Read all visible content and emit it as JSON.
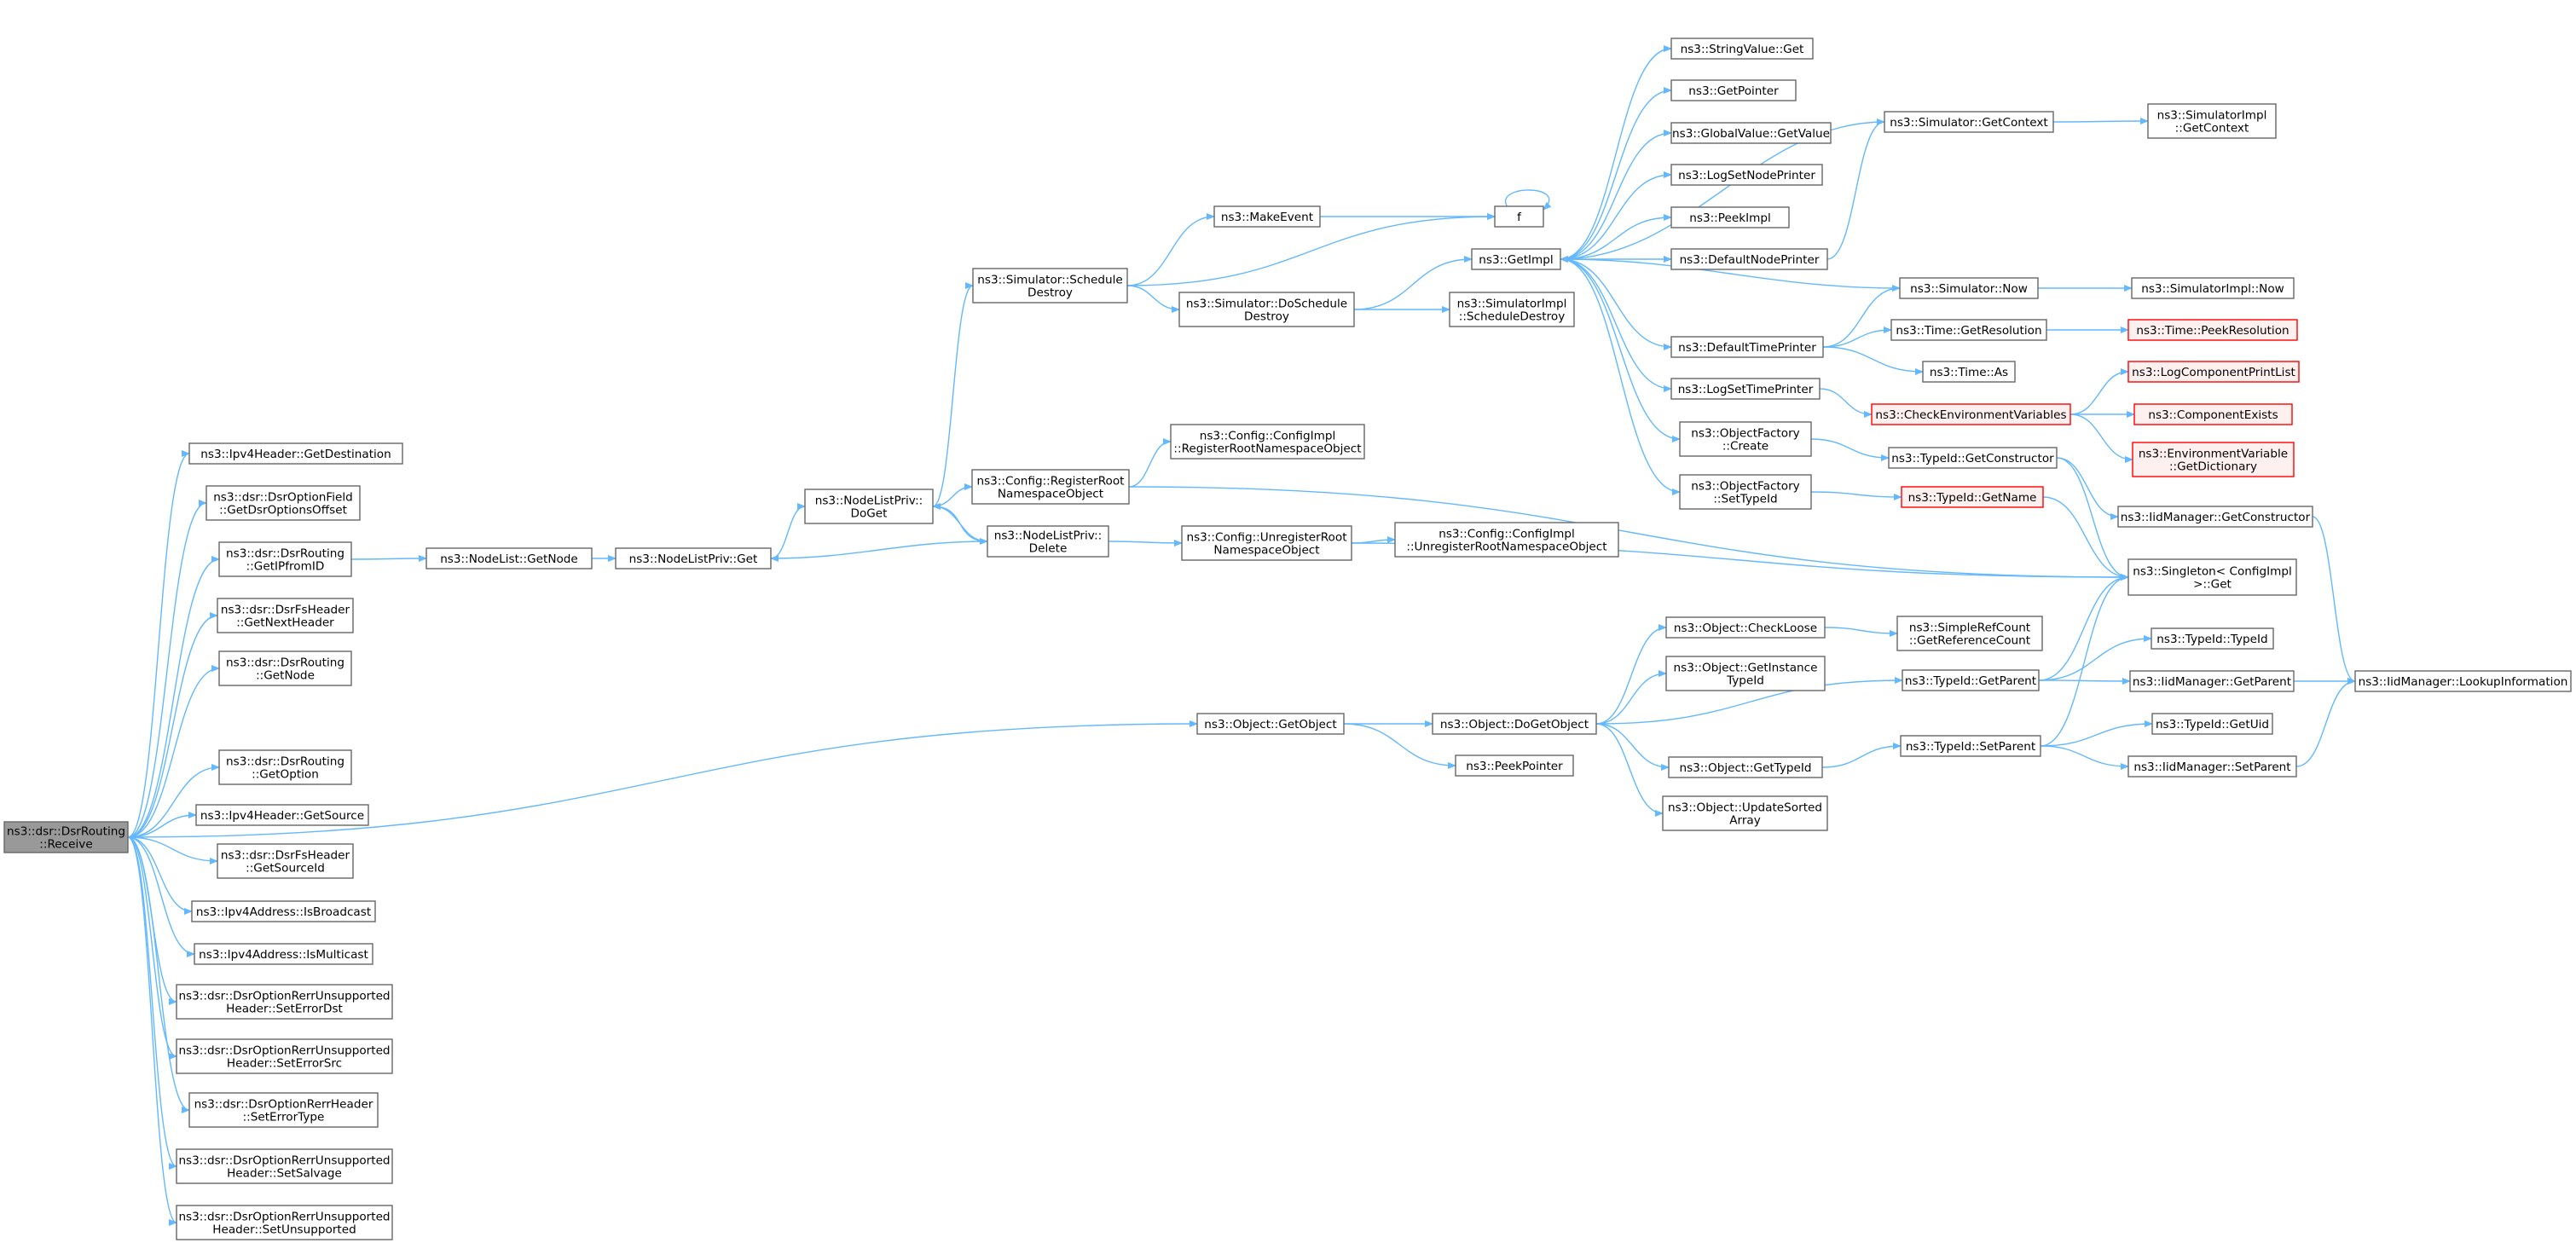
{
  "graph": {
    "colors": {
      "edge": "#63b8ff",
      "node_border": "#666666",
      "node_fill": "#ffffff",
      "root_fill": "#999999",
      "root_border": "#666666",
      "truncated_border": "#ff0000",
      "truncated_fill": "#fff0f0"
    },
    "nodes": [
      {
        "id": "receive",
        "lines": [
          "ns3::dsr::DsrRouting",
          "::Receive"
        ],
        "style": "root"
      },
      {
        "id": "ipv4_getdest",
        "lines": [
          "ns3::Ipv4Header::GetDestination"
        ]
      },
      {
        "id": "getdsroptoffset",
        "lines": [
          "ns3::dsr::DsrOptionField",
          "::GetDsrOptionsOffset"
        ]
      },
      {
        "id": "getipfromid",
        "lines": [
          "ns3::dsr::DsrRouting",
          "::GetIPfromID"
        ]
      },
      {
        "id": "getnextheader",
        "lines": [
          "ns3::dsr::DsrFsHeader",
          "::GetNextHeader"
        ]
      },
      {
        "id": "dsr_getnode",
        "lines": [
          "ns3::dsr::DsrRouting",
          "::GetNode"
        ]
      },
      {
        "id": "getoption",
        "lines": [
          "ns3::dsr::DsrRouting",
          "::GetOption"
        ]
      },
      {
        "id": "ipv4_getsource",
        "lines": [
          "ns3::Ipv4Header::GetSource"
        ]
      },
      {
        "id": "getsourceid",
        "lines": [
          "ns3::dsr::DsrFsHeader",
          "::GetSourceId"
        ]
      },
      {
        "id": "isbroadcast",
        "lines": [
          "ns3::Ipv4Address::IsBroadcast"
        ]
      },
      {
        "id": "ismulticast",
        "lines": [
          "ns3::Ipv4Address::IsMulticast"
        ]
      },
      {
        "id": "seterrordst",
        "lines": [
          "ns3::dsr::DsrOptionRerrUnsupported",
          "Header::SetErrorDst"
        ]
      },
      {
        "id": "seterrorsrc",
        "lines": [
          "ns3::dsr::DsrOptionRerrUnsupported",
          "Header::SetErrorSrc"
        ]
      },
      {
        "id": "seterrortype",
        "lines": [
          "ns3::dsr::DsrOptionRerrHeader",
          "::SetErrorType"
        ]
      },
      {
        "id": "setsalvage",
        "lines": [
          "ns3::dsr::DsrOptionRerrUnsupported",
          "Header::SetSalvage"
        ]
      },
      {
        "id": "setunsupported",
        "lines": [
          "ns3::dsr::DsrOptionRerrUnsupported",
          "Header::SetUnsupported"
        ]
      },
      {
        "id": "nodelist_getnode",
        "lines": [
          "ns3::NodeList::GetNode"
        ]
      },
      {
        "id": "nlp_get",
        "lines": [
          "ns3::NodeListPriv::Get"
        ]
      },
      {
        "id": "nlp_doget",
        "lines": [
          "ns3::NodeListPriv::",
          "DoGet"
        ]
      },
      {
        "id": "sched_destroy",
        "lines": [
          "ns3::Simulator::Schedule",
          "Destroy"
        ]
      },
      {
        "id": "makeevent",
        "lines": [
          "ns3::MakeEvent"
        ]
      },
      {
        "id": "f",
        "lines": [
          "f"
        ]
      },
      {
        "id": "do_sched_destroy",
        "lines": [
          "ns3::Simulator::DoSchedule",
          "Destroy"
        ]
      },
      {
        "id": "getimpl",
        "lines": [
          "ns3::GetImpl"
        ]
      },
      {
        "id": "simimpl_scheddestroy",
        "lines": [
          "ns3::SimulatorImpl",
          "::ScheduleDestroy"
        ]
      },
      {
        "id": "reg_root_ns",
        "lines": [
          "ns3::Config::RegisterRoot",
          "NamespaceObject"
        ]
      },
      {
        "id": "cfgimpl_reg",
        "lines": [
          "ns3::Config::ConfigImpl",
          "::RegisterRootNamespaceObject"
        ]
      },
      {
        "id": "nlp_delete",
        "lines": [
          "ns3::NodeListPriv::",
          "Delete"
        ]
      },
      {
        "id": "unreg_root_ns",
        "lines": [
          "ns3::Config::UnregisterRoot",
          "NamespaceObject"
        ]
      },
      {
        "id": "cfgimpl_unreg",
        "lines": [
          "ns3::Config::ConfigImpl",
          "::UnregisterRootNamespaceObject"
        ]
      },
      {
        "id": "stringvalue_get",
        "lines": [
          "ns3::StringValue::Get"
        ]
      },
      {
        "id": "getpointer",
        "lines": [
          "ns3::GetPointer"
        ]
      },
      {
        "id": "globalvalue_getvalue",
        "lines": [
          "ns3::GlobalValue::GetValue"
        ]
      },
      {
        "id": "logsetnodeprinter",
        "lines": [
          "ns3::LogSetNodePrinter"
        ]
      },
      {
        "id": "peekimpl",
        "lines": [
          "ns3::PeekImpl"
        ]
      },
      {
        "id": "defaultnodeprinter",
        "lines": [
          "ns3::DefaultNodePrinter"
        ]
      },
      {
        "id": "defaulttimeprinter",
        "lines": [
          "ns3::DefaultTimePrinter"
        ]
      },
      {
        "id": "logsettimeprinter",
        "lines": [
          "ns3::LogSetTimePrinter"
        ]
      },
      {
        "id": "objfactory_create",
        "lines": [
          "ns3::ObjectFactory",
          "::Create"
        ]
      },
      {
        "id": "objfactory_settypeid",
        "lines": [
          "ns3::ObjectFactory",
          "::SetTypeId"
        ]
      },
      {
        "id": "sim_getcontext",
        "lines": [
          "ns3::Simulator::GetContext"
        ]
      },
      {
        "id": "simimpl_getcontext",
        "lines": [
          "ns3::SimulatorImpl",
          "::GetContext"
        ]
      },
      {
        "id": "sim_now",
        "lines": [
          "ns3::Simulator::Now"
        ]
      },
      {
        "id": "simimpl_now",
        "lines": [
          "ns3::SimulatorImpl::Now"
        ]
      },
      {
        "id": "time_getres",
        "lines": [
          "ns3::Time::GetResolution"
        ]
      },
      {
        "id": "time_peekres",
        "lines": [
          "ns3::Time::PeekResolution"
        ],
        "style": "truncated"
      },
      {
        "id": "time_as",
        "lines": [
          "ns3::Time::As"
        ]
      },
      {
        "id": "checkenv",
        "lines": [
          "ns3::CheckEnvironmentVariables"
        ],
        "style": "truncated"
      },
      {
        "id": "logcompprintlist",
        "lines": [
          "ns3::LogComponentPrintList"
        ],
        "style": "truncated"
      },
      {
        "id": "componentexists",
        "lines": [
          "ns3::ComponentExists"
        ],
        "style": "truncated"
      },
      {
        "id": "envvar_getdict",
        "lines": [
          "ns3::EnvironmentVariable",
          "::GetDictionary"
        ],
        "style": "truncated"
      },
      {
        "id": "typeid_getconstructor",
        "lines": [
          "ns3::TypeId::GetConstructor"
        ]
      },
      {
        "id": "typeid_getname",
        "lines": [
          "ns3::TypeId::GetName"
        ],
        "style": "truncated"
      },
      {
        "id": "iidmgr_getconstructor",
        "lines": [
          "ns3::IidManager::GetConstructor"
        ]
      },
      {
        "id": "singleton_get",
        "lines": [
          "ns3::Singleton< ConfigImpl",
          " >::Get"
        ]
      },
      {
        "id": "obj_getobject",
        "lines": [
          "ns3::Object::GetObject"
        ]
      },
      {
        "id": "obj_dogetobject",
        "lines": [
          "ns3::Object::DoGetObject"
        ]
      },
      {
        "id": "peekpointer",
        "lines": [
          "ns3::PeekPointer"
        ]
      },
      {
        "id": "obj_checkloose",
        "lines": [
          "ns3::Object::CheckLoose"
        ]
      },
      {
        "id": "simplerefcount",
        "lines": [
          "ns3::SimpleRefCount",
          "::GetReferenceCount"
        ]
      },
      {
        "id": "obj_getinstancetypeid",
        "lines": [
          "ns3::Object::GetInstance",
          "TypeId"
        ]
      },
      {
        "id": "typeid_getparent",
        "lines": [
          "ns3::TypeId::GetParent"
        ]
      },
      {
        "id": "typeid_typeid",
        "lines": [
          "ns3::TypeId::TypeId"
        ]
      },
      {
        "id": "iidmgr_getparent",
        "lines": [
          "ns3::IidManager::GetParent"
        ]
      },
      {
        "id": "iidmgr_lookupinfo",
        "lines": [
          "ns3::IidManager::LookupInformation"
        ]
      },
      {
        "id": "obj_gettypeid",
        "lines": [
          "ns3::Object::GetTypeId"
        ]
      },
      {
        "id": "typeid_setparent",
        "lines": [
          "ns3::TypeId::SetParent"
        ]
      },
      {
        "id": "typeid_getuid",
        "lines": [
          "ns3::TypeId::GetUid"
        ]
      },
      {
        "id": "iidmgr_setparent",
        "lines": [
          "ns3::IidManager::SetParent"
        ]
      },
      {
        "id": "obj_updatesortedarray",
        "lines": [
          "ns3::Object::UpdateSorted",
          "Array"
        ]
      }
    ],
    "edges": [
      [
        "receive",
        "ipv4_getdest"
      ],
      [
        "receive",
        "getdsroptoffset"
      ],
      [
        "receive",
        "getipfromid"
      ],
      [
        "receive",
        "getnextheader"
      ],
      [
        "receive",
        "dsr_getnode"
      ],
      [
        "receive",
        "obj_getobject"
      ],
      [
        "receive",
        "getoption"
      ],
      [
        "receive",
        "ipv4_getsource"
      ],
      [
        "receive",
        "getsourceid"
      ],
      [
        "receive",
        "isbroadcast"
      ],
      [
        "receive",
        "ismulticast"
      ],
      [
        "receive",
        "seterrordst"
      ],
      [
        "receive",
        "seterrorsrc"
      ],
      [
        "receive",
        "seterrortype"
      ],
      [
        "receive",
        "setsalvage"
      ],
      [
        "receive",
        "setunsupported"
      ],
      [
        "getipfromid",
        "nodelist_getnode"
      ],
      [
        "nodelist_getnode",
        "nlp_get"
      ],
      [
        "nlp_get",
        "nlp_doget"
      ],
      [
        "nlp_doget",
        "sched_destroy"
      ],
      [
        "nlp_doget",
        "reg_root_ns"
      ],
      [
        "nlp_doget",
        "nlp_delete"
      ],
      [
        "nlp_delete",
        "nlp_doget"
      ],
      [
        "nlp_delete",
        "nlp_get"
      ],
      [
        "nlp_delete",
        "unreg_root_ns"
      ],
      [
        "sched_destroy",
        "makeevent"
      ],
      [
        "sched_destroy",
        "f"
      ],
      [
        "sched_destroy",
        "do_sched_destroy"
      ],
      [
        "makeevent",
        "f"
      ],
      [
        "f",
        "f"
      ],
      [
        "do_sched_destroy",
        "getimpl"
      ],
      [
        "do_sched_destroy",
        "simimpl_scheddestroy"
      ],
      [
        "reg_root_ns",
        "cfgimpl_reg"
      ],
      [
        "reg_root_ns",
        "singleton_get"
      ],
      [
        "unreg_root_ns",
        "cfgimpl_unreg"
      ],
      [
        "unreg_root_ns",
        "singleton_get"
      ],
      [
        "getimpl",
        "stringvalue_get"
      ],
      [
        "getimpl",
        "getpointer"
      ],
      [
        "getimpl",
        "globalvalue_getvalue"
      ],
      [
        "getimpl",
        "logsetnodeprinter"
      ],
      [
        "getimpl",
        "peekimpl"
      ],
      [
        "getimpl",
        "defaultnodeprinter"
      ],
      [
        "getimpl",
        "defaulttimeprinter"
      ],
      [
        "getimpl",
        "logsettimeprinter"
      ],
      [
        "getimpl",
        "objfactory_create"
      ],
      [
        "getimpl",
        "objfactory_settypeid"
      ],
      [
        "defaultnodeprinter",
        "sim_getcontext"
      ],
      [
        "sim_getcontext",
        "getimpl"
      ],
      [
        "sim_getcontext",
        "simimpl_getcontext"
      ],
      [
        "defaulttimeprinter",
        "sim_now"
      ],
      [
        "defaulttimeprinter",
        "time_getres"
      ],
      [
        "defaulttimeprinter",
        "time_as"
      ],
      [
        "sim_now",
        "getimpl"
      ],
      [
        "sim_now",
        "simimpl_now"
      ],
      [
        "time_getres",
        "time_peekres"
      ],
      [
        "logsettimeprinter",
        "checkenv"
      ],
      [
        "checkenv",
        "logcompprintlist"
      ],
      [
        "checkenv",
        "componentexists"
      ],
      [
        "checkenv",
        "envvar_getdict"
      ],
      [
        "objfactory_create",
        "typeid_getconstructor"
      ],
      [
        "typeid_getconstructor",
        "iidmgr_getconstructor"
      ],
      [
        "typeid_getconstructor",
        "singleton_get"
      ],
      [
        "objfactory_settypeid",
        "typeid_getname"
      ],
      [
        "typeid_getname",
        "singleton_get"
      ],
      [
        "iidmgr_getconstructor",
        "iidmgr_lookupinfo"
      ],
      [
        "obj_getobject",
        "obj_dogetobject"
      ],
      [
        "obj_getobject",
        "peekpointer"
      ],
      [
        "obj_dogetobject",
        "obj_checkloose"
      ],
      [
        "obj_dogetobject",
        "obj_getinstancetypeid"
      ],
      [
        "obj_dogetobject",
        "typeid_getparent"
      ],
      [
        "obj_dogetobject",
        "obj_gettypeid"
      ],
      [
        "obj_dogetobject",
        "obj_updatesortedarray"
      ],
      [
        "obj_checkloose",
        "simplerefcount"
      ],
      [
        "typeid_getparent",
        "singleton_get"
      ],
      [
        "typeid_getparent",
        "typeid_typeid"
      ],
      [
        "typeid_getparent",
        "iidmgr_getparent"
      ],
      [
        "iidmgr_getparent",
        "iidmgr_lookupinfo"
      ],
      [
        "obj_gettypeid",
        "typeid_setparent"
      ],
      [
        "typeid_setparent",
        "singleton_get"
      ],
      [
        "typeid_setparent",
        "typeid_getuid"
      ],
      [
        "typeid_setparent",
        "iidmgr_setparent"
      ],
      [
        "iidmgr_setparent",
        "iidmgr_lookupinfo"
      ]
    ]
  }
}
